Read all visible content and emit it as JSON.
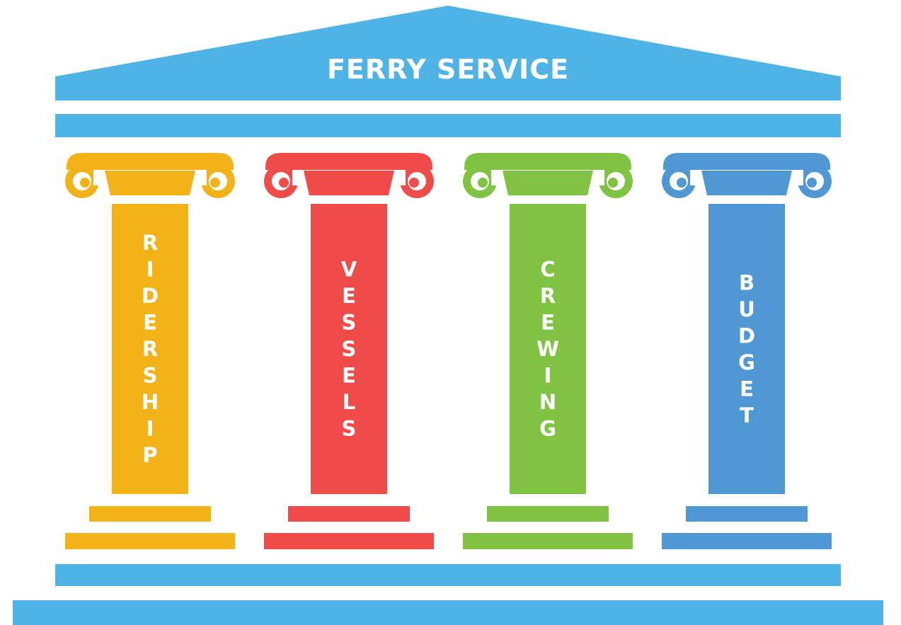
{
  "title": "FERRY SERVICE",
  "roof_color": "#4fb3e6",
  "pillars": [
    {
      "label": "RIDERSHIP",
      "color": "#f3b318"
    },
    {
      "label": "VESSELS",
      "color": "#ee4b49"
    },
    {
      "label": "CREWING",
      "color": "#80c342"
    },
    {
      "label": "BUDGET",
      "color": "#4f98d4"
    }
  ]
}
